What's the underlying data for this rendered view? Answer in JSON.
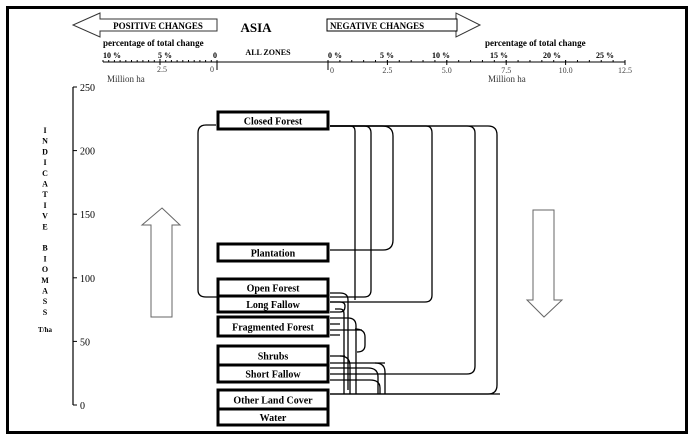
{
  "title": "ASIA",
  "positive_changes_label": "POSITIVE CHANGES",
  "negative_changes_label": "NEGATIVE CHANGES",
  "all_zones_label": "ALL ZONES",
  "left_axis": {
    "pct_title": "percentage of total change",
    "pct_ticks": [
      "10 %",
      "5 %",
      "0"
    ],
    "mha_ticks": [
      "2.5",
      "0"
    ],
    "unit": "Million ha"
  },
  "right_axis": {
    "pct_title": "percentage of total change",
    "pct_ticks": [
      "0 %",
      "5 %",
      "10 %",
      "15 %",
      "20 %",
      "25 %"
    ],
    "mha_ticks": [
      "0",
      "2.5",
      "5.0",
      "7.5",
      "10.0",
      "12.5"
    ],
    "unit": "Million ha",
    "range": [
      0,
      12.5
    ]
  },
  "y_axis": {
    "label_letters": [
      "I",
      "N",
      "D",
      "I",
      "C",
      "A",
      "T",
      "I",
      "V",
      "E",
      "",
      "B",
      "I",
      "O",
      "M",
      "A",
      "S",
      "S"
    ],
    "unit": "T/ha",
    "ticks": [
      "250",
      "200",
      "150",
      "100",
      "50",
      "0"
    ],
    "range": [
      0,
      250
    ]
  },
  "land_covers": [
    {
      "name": "Closed Forest"
    },
    {
      "name": "Plantation"
    },
    {
      "name": "Open Forest"
    },
    {
      "name": "Long Fallow"
    },
    {
      "name": "Fragmented Forest"
    },
    {
      "name": "Shrubs"
    },
    {
      "name": "Short Fallow"
    },
    {
      "name": "Other Land Cover"
    },
    {
      "name": "Water"
    }
  ]
}
